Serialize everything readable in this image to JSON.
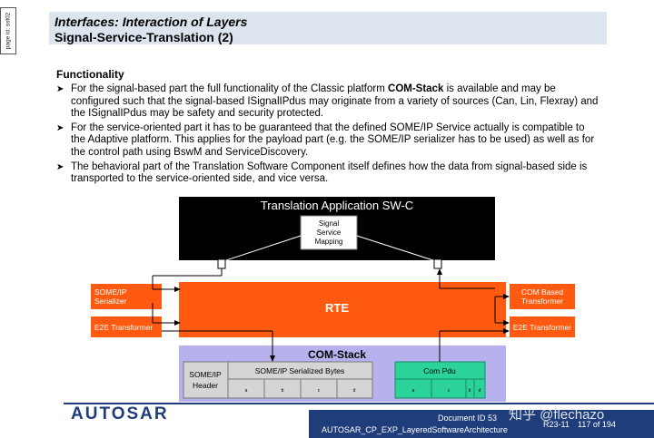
{
  "page_id": "page id: sst02",
  "header": {
    "title": "Interfaces: Interaction of Layers",
    "subtitle": "Signal-Service-Translation (2)"
  },
  "functionality": {
    "heading": "Functionality",
    "bullets": [
      {
        "before": "For the signal-based part the full functionality of the Classic platform ",
        "bold": "COM-Stack",
        "after": " is available and may be configured such that the signal-based ISignalIPdus may originate from a variety of sources (Can, Lin, Flexray) and the ISignalIPdus may be safety and security protected."
      },
      {
        "before": "For the service-oriented part it has to be guaranteed that the defined SOME/IP Service actually is compatible to the Adaptive platform. This applies for the payload part (e.g. the SOME/IP serializer has to be used) as well as for the control path using BswM and ServiceDiscovery.",
        "bold": "",
        "after": ""
      },
      {
        "before": "The behavioral part of the Translation Software Component itself defines how the data from signal-based side is transported to the service-oriented side, and vice versa.",
        "bold": "",
        "after": ""
      }
    ]
  },
  "diagram": {
    "swc_title": "Translation Application SW-C",
    "mapping": [
      "Signal",
      "Service",
      "Mapping"
    ],
    "rte": "RTE",
    "someip_serializer": [
      "SOME/IP",
      "Serializer"
    ],
    "e2e_left": "E2E Transformer",
    "com_based": [
      "COM Based",
      "Transformer"
    ],
    "e2e_right": "E2E Transformer",
    "com_stack": "COM-Stack",
    "someip_header": [
      "SOME/IP",
      "Header"
    ],
    "serialized_bytes": "SOME/IP Serialized Bytes",
    "byte_labels": [
      "a",
      "b",
      "c",
      "d"
    ],
    "com_pdu": "Com Pdu",
    "pdu_labels": [
      "a",
      "c",
      "b",
      "d"
    ],
    "colors": {
      "orange": "#ff5a10",
      "black": "#000000",
      "purple": "#b7b2ee",
      "grey": "#d5d5d5",
      "green": "#2bd39b"
    }
  },
  "footer": {
    "logo": "AUTOSAR",
    "document_id": "Document ID 53",
    "doc_name": "AUTOSAR_CP_EXP_LayeredSoftwareArchitecture",
    "release": "R23-11",
    "page": "117 of 194"
  },
  "watermark": "知乎 @flechazo"
}
